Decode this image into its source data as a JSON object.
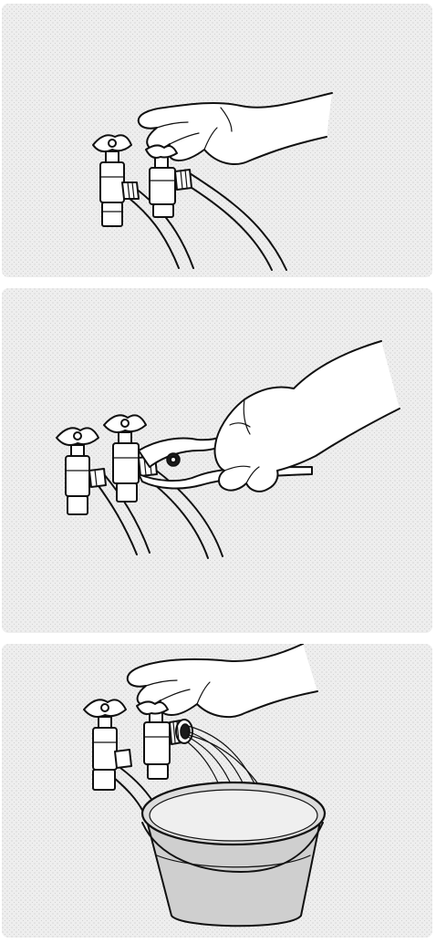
{
  "figure": {
    "panels": [
      {
        "id": "panel-1",
        "step": "turn-off-tap"
      },
      {
        "id": "panel-2",
        "step": "unscrew-hose-with-pliers"
      },
      {
        "id": "panel-3",
        "step": "drain-water-into-bucket"
      }
    ],
    "colors": {
      "background": "#ffffff",
      "panel_fill": "#ececec",
      "dot_texture": "#b8b8b8",
      "line_art": "#111111",
      "bucket_fill": "#cfcfcf"
    }
  }
}
